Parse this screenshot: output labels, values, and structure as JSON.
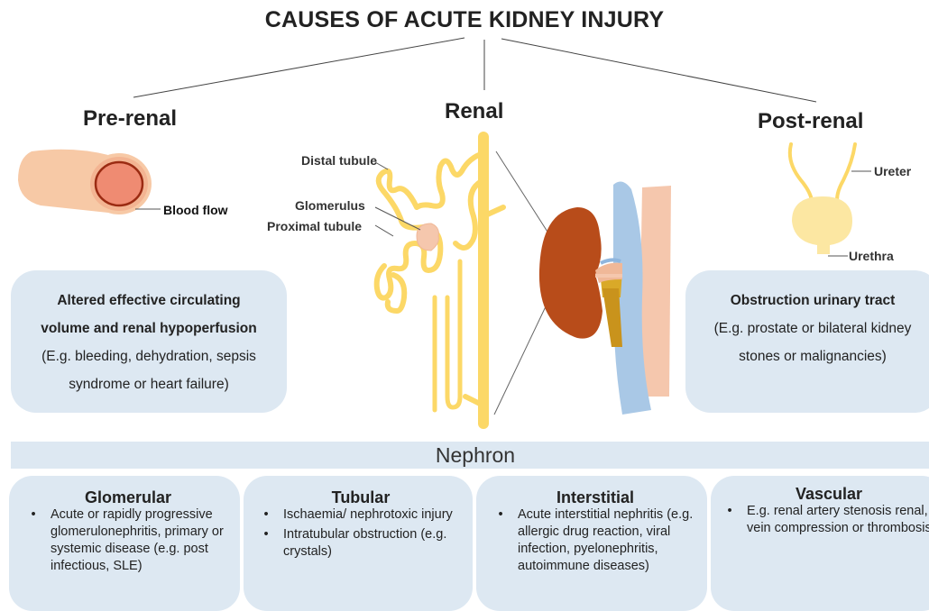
{
  "title": "CAUSES OF ACUTE KIDNEY INJURY",
  "categories": {
    "pre_renal": "Pre-renal",
    "renal": "Renal",
    "post_renal": "Post-renal"
  },
  "labels": {
    "blood_flow": "Blood flow",
    "distal_tubule": "Distal tubule",
    "glomerulus": "Glomerulus",
    "proximal_tubule": "Proximal tubule",
    "ureter": "Ureter",
    "urethra": "Urethra"
  },
  "pre_renal_box": {
    "line1": "Altered effective circulating",
    "line2": "volume and renal hypoperfusion",
    "line3": "(E.g. bleeding, dehydration, sepsis",
    "line4": "syndrome or heart failure)"
  },
  "post_renal_box": {
    "line1": "Obstruction urinary tract",
    "line2": "(E.g. prostate or bilateral kidney",
    "line3": "stones or malignancies)"
  },
  "nephron_heading": "Nephron",
  "cards": {
    "glomerular": {
      "title": "Glomerular",
      "items": [
        "Acute or rapidly progressive glomerulonephritis, primary or systemic disease (e.g. post infectious, SLE)"
      ]
    },
    "tubular": {
      "title": "Tubular",
      "items": [
        "Ischaemia/ nephrotoxic injury",
        "Intratubular obstruction (e.g. crystals)"
      ]
    },
    "interstitial": {
      "title": "Interstitial",
      "items": [
        "Acute interstitial nephritis (e.g. allergic drug reaction, viral infection, pyelonephritis, autoimmune diseases)"
      ]
    },
    "vascular": {
      "title": "Vascular",
      "items": [
        "E.g. renal artery stenosis renal, vein compression or thrombosis"
      ]
    }
  },
  "bullet": "•",
  "colors": {
    "box_fill": "#dde8f2",
    "tubule": "#fcd867",
    "kidney": "#b84c1a",
    "vein": "#a9c8e6",
    "artery": "#f5c7ad",
    "vessel_wall": "#f7c9a6",
    "vessel_lumen": "#ef8b72",
    "bladder": "#fce7a2"
  }
}
